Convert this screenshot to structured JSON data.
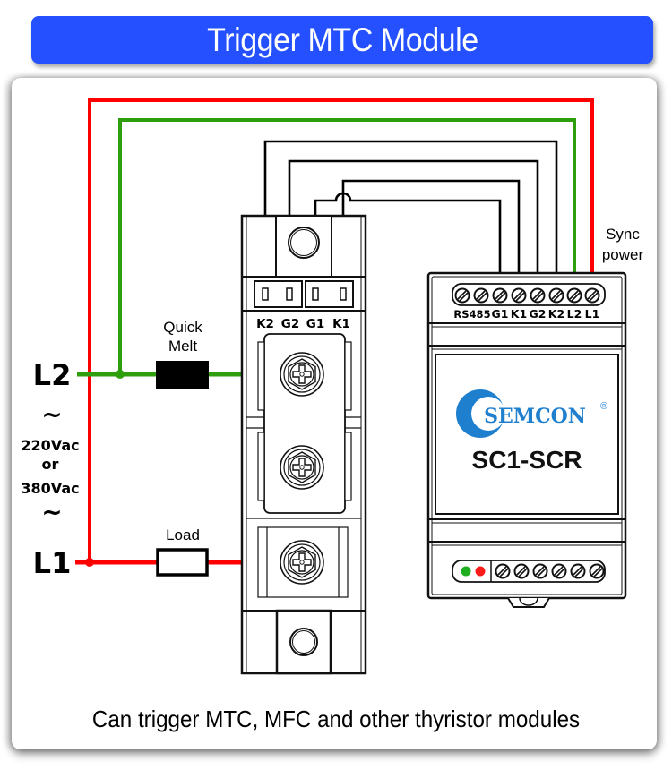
{
  "header": {
    "title": "Trigger MTC Module"
  },
  "footer": {
    "caption": "Can trigger MTC, MFC and other thyristor modules"
  },
  "supply": {
    "line2_label": "L2",
    "line1_label": "L1",
    "tilde_top": "~",
    "tilde_bottom": "~",
    "voltage_a": "220Vac",
    "voltage_or": "or",
    "voltage_b": "380Vac"
  },
  "components": {
    "fuse_label_line1": "Quick",
    "fuse_label_line2": "Melt",
    "load_label": "Load"
  },
  "mtc_module": {
    "terminals": [
      "K2",
      "G2",
      "G1",
      "K1"
    ]
  },
  "controller": {
    "brand": "SEMCON",
    "registered_mark": "®",
    "model": "SC1-SCR",
    "sync_label_line1": "Sync",
    "sync_label_line2": "power",
    "terminal_labels": {
      "rs485": "RS485",
      "g1": "G1",
      "k1": "K1",
      "g2": "G2",
      "k2": "K2",
      "l2": "L2",
      "l1": "L1"
    },
    "bottom_terminal_count": 6,
    "leds": [
      "green",
      "red"
    ]
  },
  "colors": {
    "title_bg": "#2450ff",
    "wire_live_l1": "#ff0000",
    "wire_live_l2": "#2e9e0c",
    "wire_signal": "#000000",
    "brand_blue": "#1f7fcf",
    "led_green": "#1fae1f",
    "led_red": "#ff1a1a"
  }
}
